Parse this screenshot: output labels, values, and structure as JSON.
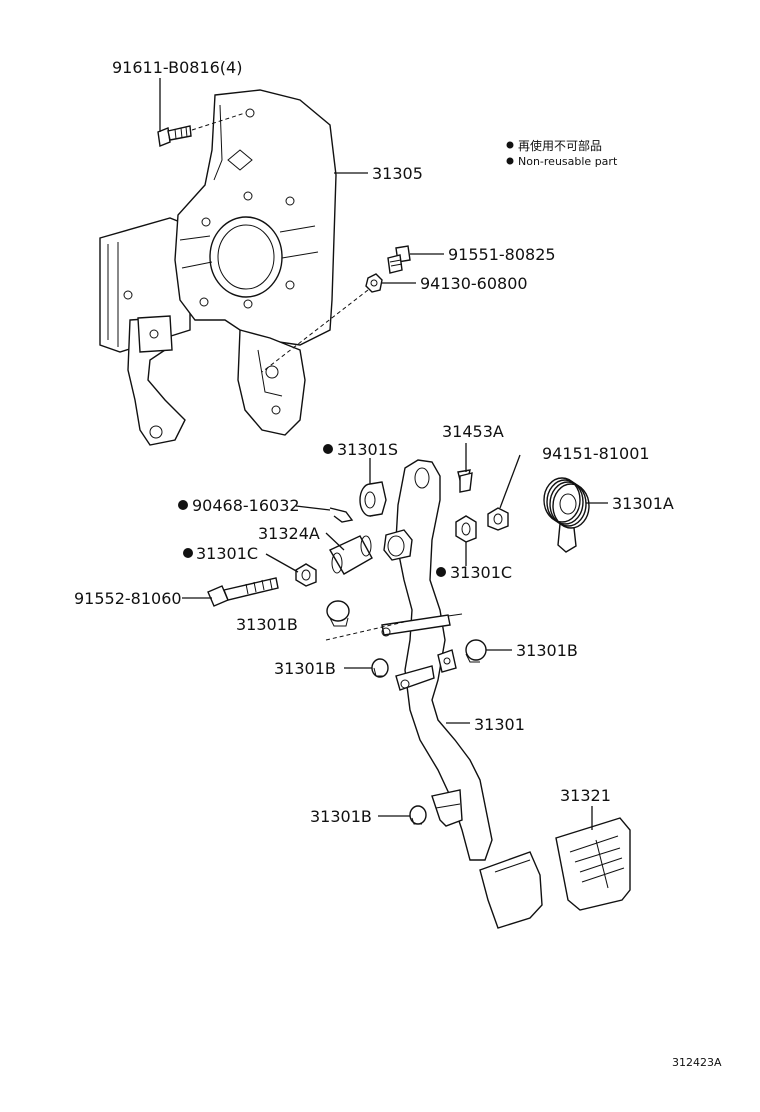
{
  "legend": {
    "line1": "再使用不可部品",
    "line2": "Non-reusable part"
  },
  "labels": {
    "bolt_bracket": "91611-B0816(4)",
    "bracket": "31305",
    "bolt_upper": "91551-80825",
    "nut_upper": "94130-60800",
    "bushing_s": "31301S",
    "collar": "31453A",
    "nut_spring": "94151-81001",
    "spring": "31301A",
    "pin": "90468-16032",
    "shaft": "31324A",
    "bushing_c_left": "31301C",
    "bushing_c_right": "31301C",
    "bolt_pivot": "91552-81060",
    "cushion_1": "31301B",
    "cushion_2": "31301B",
    "cushion_3": "31301B",
    "cushion_4": "31301B",
    "pedal": "31301",
    "pad": "31321"
  },
  "figure_code": "312423A"
}
